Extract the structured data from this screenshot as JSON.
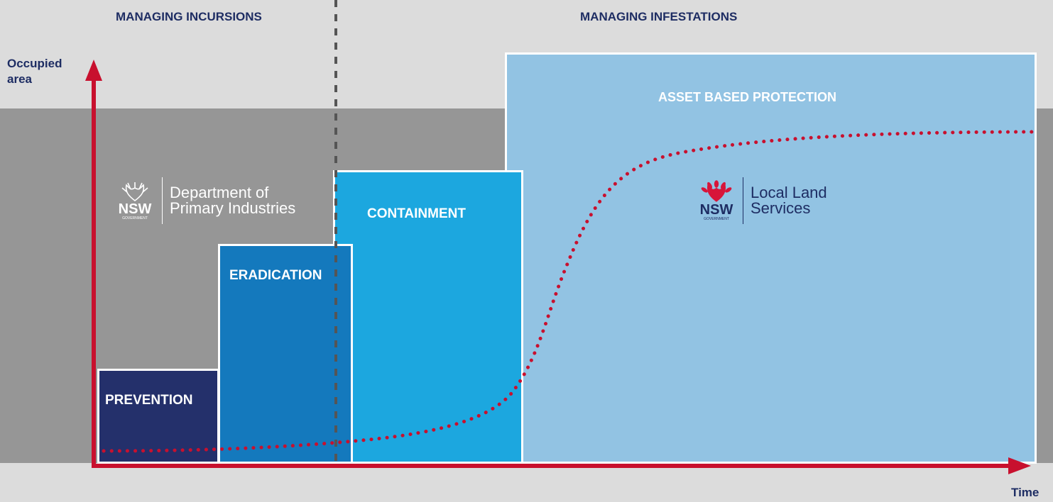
{
  "headers": {
    "incursions": "MANAGING INCURSIONS",
    "infestations": "MANAGING INFESTATIONS"
  },
  "axes": {
    "y_label_line1": "Occupied",
    "y_label_line2": "area",
    "x_label": "Time"
  },
  "stages": [
    {
      "label": "PREVENTION",
      "color": "#24306b"
    },
    {
      "label": "ERADICATION",
      "color": "#1479bd"
    },
    {
      "label": "CONTAINMENT",
      "color": "#1ca7df"
    },
    {
      "label": "ASSET BASED PROTECTION",
      "color": "#92c3e3"
    }
  ],
  "logos": {
    "dpi": {
      "abbr": "NSW",
      "sub": "GOVERNMENT",
      "line1": "Department of",
      "line2": "Primary Industries",
      "color": "#ffffff"
    },
    "lls": {
      "abbr": "NSW",
      "sub": "GOVERNMENT",
      "line1": "Local Land",
      "line2": "Services",
      "color": "#d7153a",
      "text_color": "#1e2d63"
    }
  },
  "colors": {
    "axis": "#c8102e",
    "curve": "#c8102e",
    "divider": "#555555",
    "text": "#1e2d63"
  }
}
